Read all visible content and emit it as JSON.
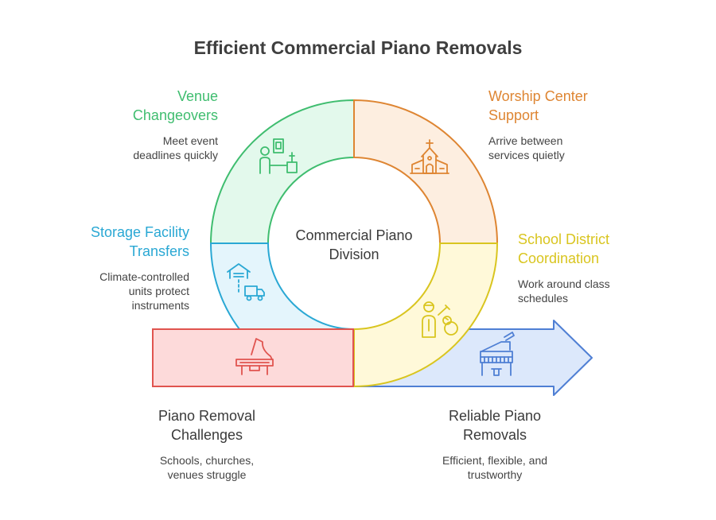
{
  "title": "Efficient Commercial Piano Removals",
  "center": {
    "line1": "Commercial Piano",
    "line2": "Division"
  },
  "segments": {
    "venue": {
      "title1": "Venue",
      "title2": "Changeovers",
      "desc1": "Meet event",
      "desc2": "deadlines quickly",
      "color": "#3fbd6f",
      "fill": "#e3f9ec",
      "icon": "person-podium-icon"
    },
    "worship": {
      "title1": "Worship Center",
      "title2": "Support",
      "desc1": "Arrive between",
      "desc2": "services quietly",
      "color": "#de8532",
      "fill": "#fdeee0",
      "icon": "church-icon"
    },
    "storage": {
      "title1": "Storage Facility",
      "title2": "Transfers",
      "desc1": "Climate-controlled",
      "desc2": "units protect",
      "desc3": "instruments",
      "color": "#2aa8d4",
      "fill": "#e4f5fc",
      "icon": "garage-truck-icon"
    },
    "school": {
      "title1": "School District",
      "title2": "Coordination",
      "desc1": "Work around class",
      "desc2": "schedules",
      "color": "#d9c51f",
      "fill": "#fff9d9",
      "icon": "student-guitar-icon"
    }
  },
  "challenges": {
    "title1": "Piano Removal",
    "title2": "Challenges",
    "desc1": "Schools, churches,",
    "desc2": "venues struggle",
    "color": "#e0544f",
    "fill": "#fddada",
    "icon": "grand-piano-icon"
  },
  "result": {
    "title1": "Reliable Piano",
    "title2": "Removals",
    "desc1": "Efficient, flexible, and",
    "desc2": "trustworthy",
    "color": "#4f7fd4",
    "fill": "#dce8fb",
    "icon": "upright-piano-icon"
  }
}
